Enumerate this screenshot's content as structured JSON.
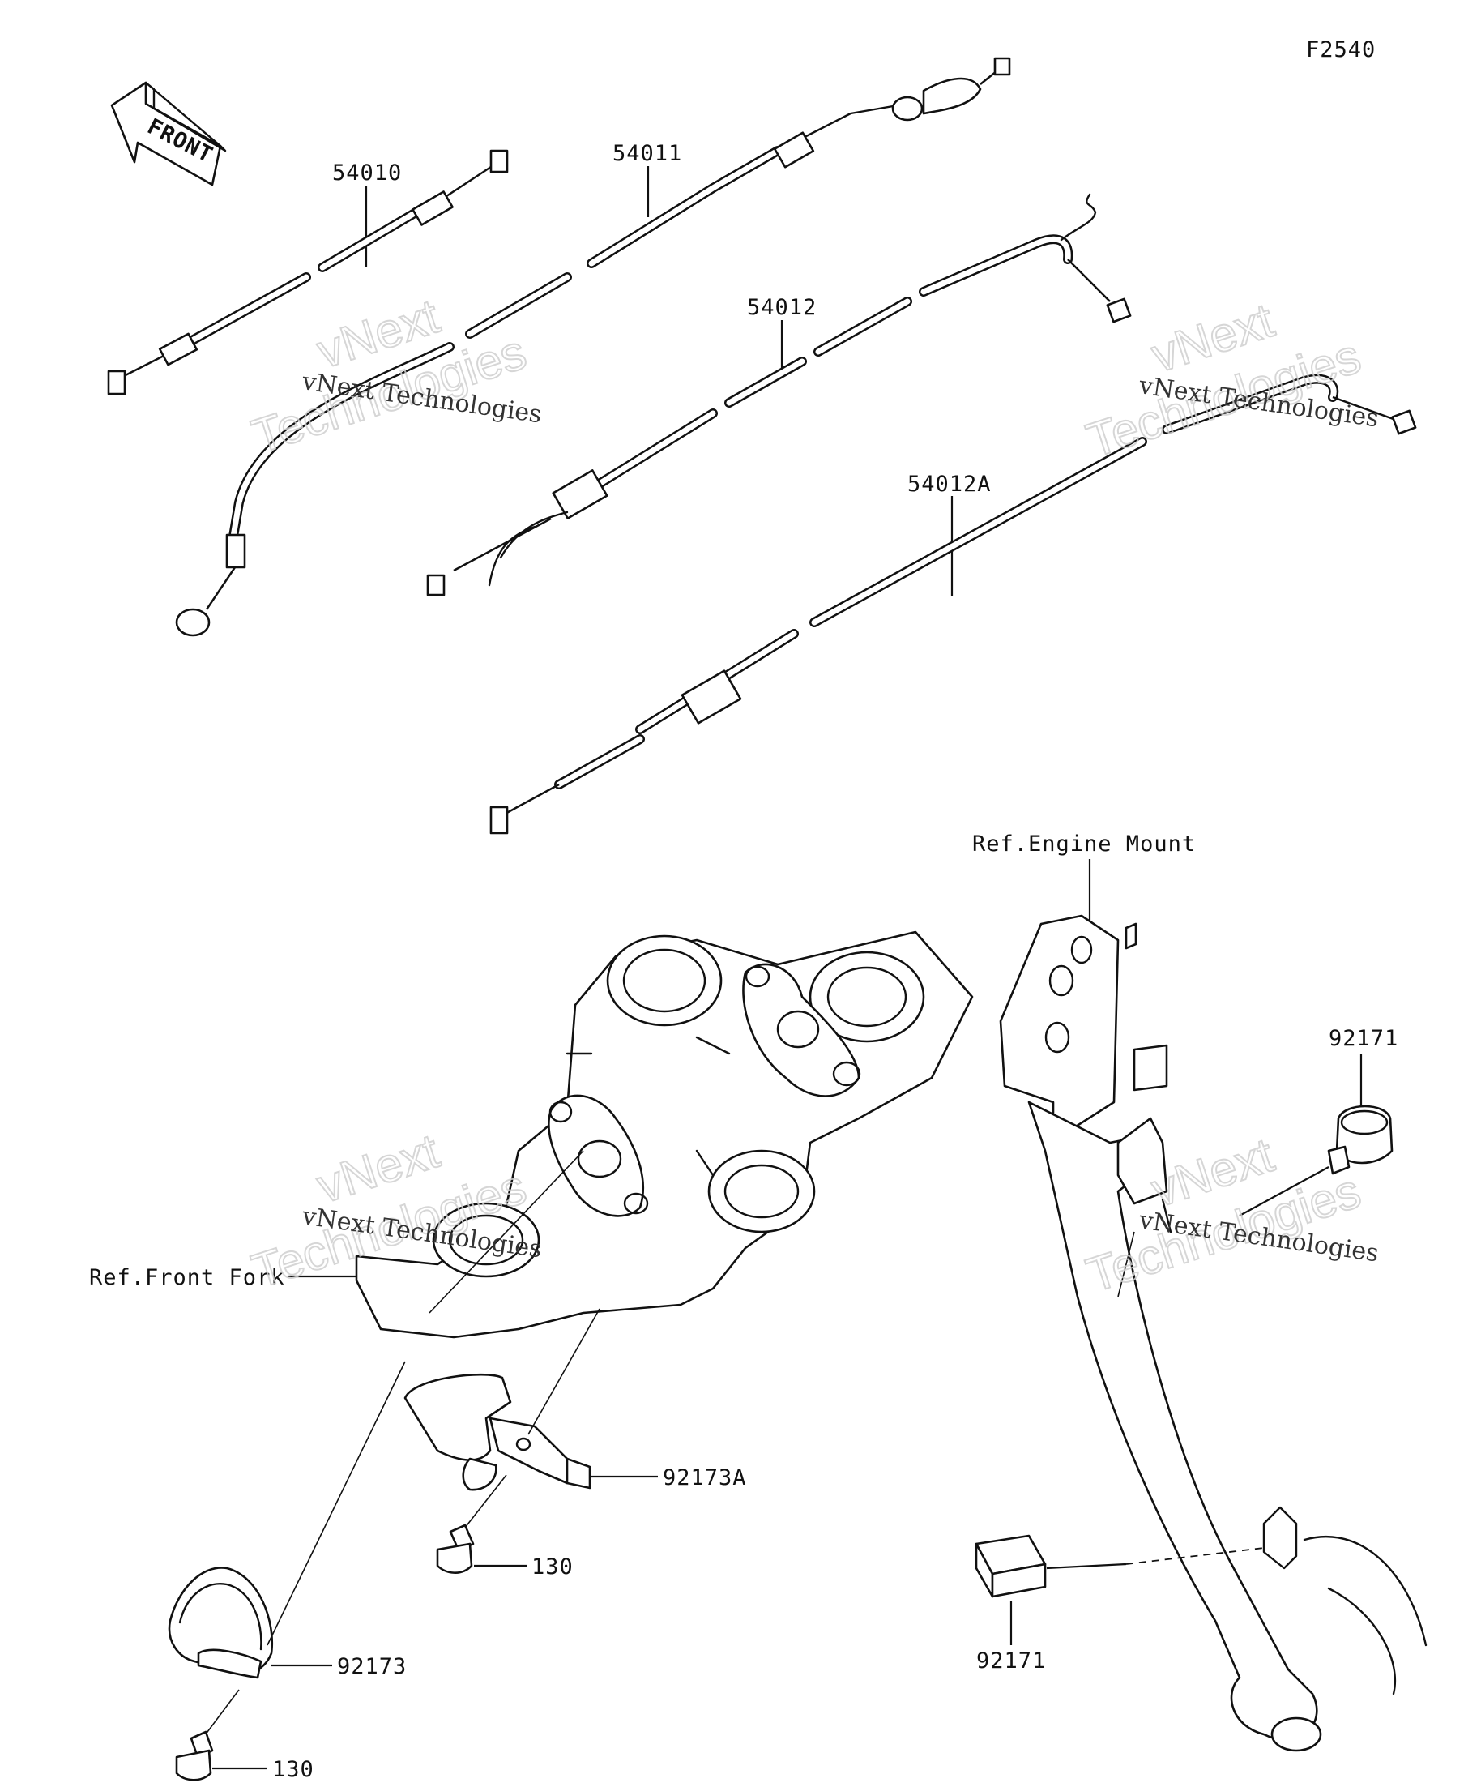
{
  "figure_code": "F2540",
  "front_arrow_text": "FRONT",
  "part_numbers": {
    "cable_54010": "54010",
    "cable_54011": "54011",
    "cable_54012": "54012",
    "cable_54012a": "54012A",
    "clamp_92171_upper": "92171",
    "clamp_92171_lower": "92171",
    "clamp_92173": "92173",
    "clamp_92173a": "92173A",
    "bolt_130_upper": "130",
    "bolt_130_lower": "130"
  },
  "references": {
    "engine_mount": "Ref.Engine Mount",
    "front_fork": "Ref.Front Fork"
  },
  "watermark": {
    "line1": "vNext Technologies",
    "line2_a": "vNext",
    "line2_b": "Technologies"
  }
}
